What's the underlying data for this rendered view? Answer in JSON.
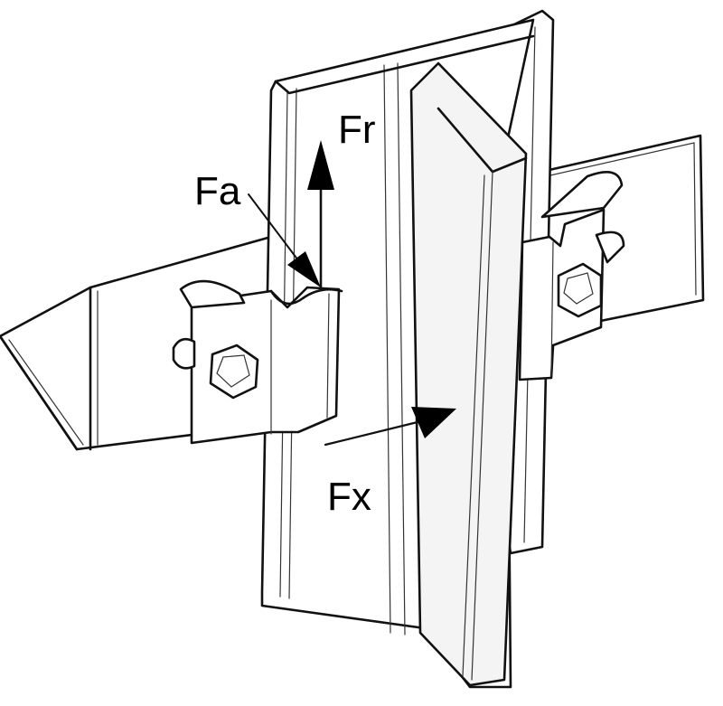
{
  "labels": {
    "fr": "Fr",
    "fa": "Fa",
    "fx": "Fx"
  },
  "colors": {
    "line": "#111111",
    "fill": "#ffffff"
  }
}
